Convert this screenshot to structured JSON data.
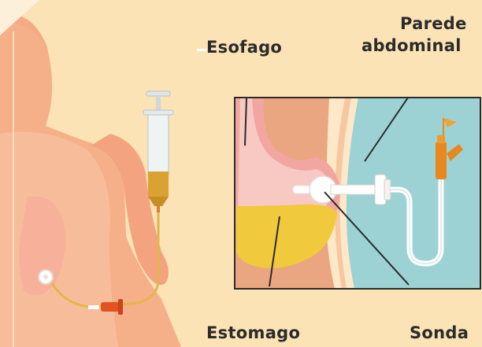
{
  "labels": {
    "esofago": "Esofago",
    "pared_line1": "Parede",
    "pared_line2": "abdominal",
    "estomago": "Estomago",
    "sonda": "Sonda"
  },
  "colors": {
    "background": "#fbe3b6",
    "skin": "#f5b08a",
    "stomach_lining": "#f2a6a2",
    "gastric_content": "#f0c93c",
    "abdominal_wall": "#fde9c8",
    "outside_panel": "#9dd2d4",
    "syringe_fluid": "#d9a233",
    "tube_connector": "#e8891f"
  },
  "icons": [
    "syringe-icon",
    "feeding-tube-icon",
    "gastrostomy-port-icon"
  ]
}
